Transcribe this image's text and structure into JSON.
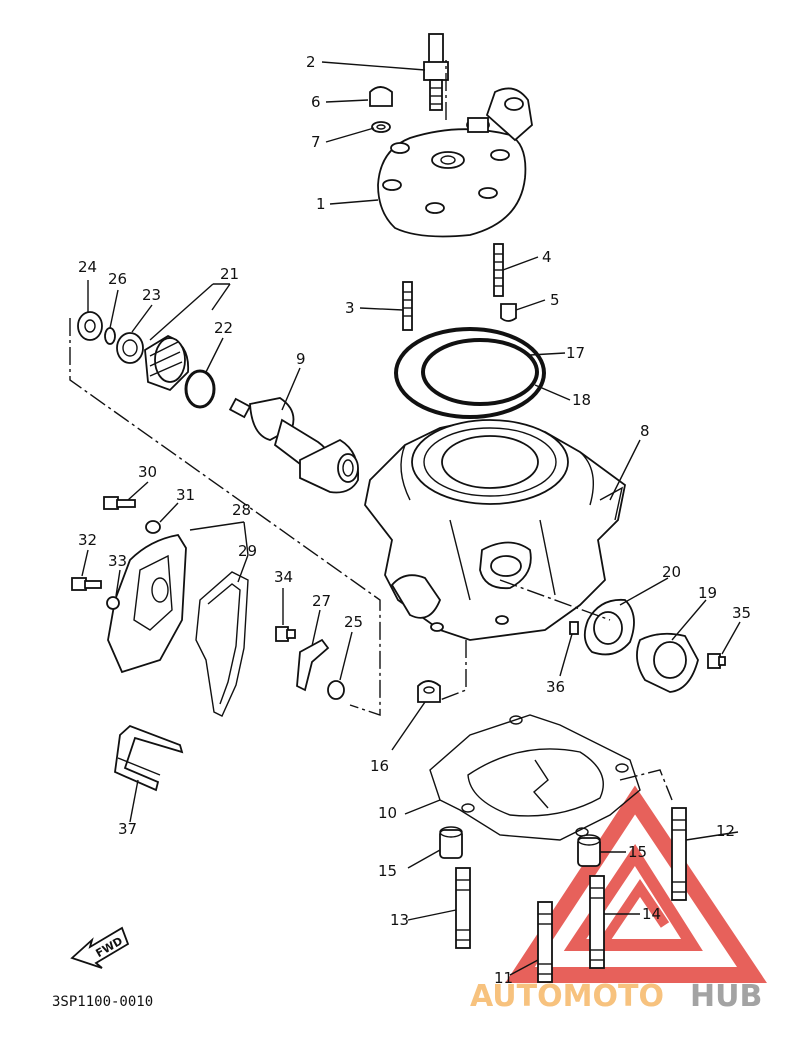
{
  "diagram": {
    "part_numbers": [
      "1",
      "2",
      "3",
      "4",
      "5",
      "6",
      "7",
      "8",
      "9",
      "10",
      "11",
      "12",
      "13",
      "14",
      "15",
      "15",
      "16",
      "17",
      "18",
      "19",
      "20",
      "21",
      "22",
      "23",
      "24",
      "25",
      "26",
      "27",
      "28",
      "29",
      "30",
      "31",
      "32",
      "33",
      "34",
      "35",
      "36",
      "37"
    ],
    "fwd_label": "FWD",
    "drawing_code": "3SP1100-0010"
  },
  "watermark": {
    "text_a": "AUTOMOTO",
    "text_b": "HUB",
    "colors": {
      "a": "#f7c27e",
      "b": "#a3a3a3",
      "triangle": "#e3463f"
    }
  }
}
